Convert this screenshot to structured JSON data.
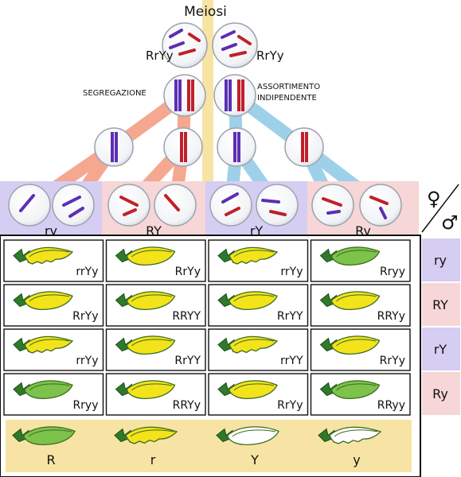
{
  "title": "Meiosi",
  "parents": [
    "RrYy",
    "RrYy"
  ],
  "process_labels": {
    "left": "SEGREGAZIONE",
    "right_line1": "ASSORTIMENTO",
    "right_line2": "INDIPENDENTE"
  },
  "gametes": [
    "ry",
    "RY",
    "rY",
    "Ry"
  ],
  "sex_symbols": {
    "female": "♀",
    "male": "♂"
  },
  "row_gametes": [
    "ry",
    "RY",
    "rY",
    "Ry"
  ],
  "punnett": [
    [
      {
        "genotype": "rrYy",
        "pea": "wrinkled",
        "color": "yellow"
      },
      {
        "genotype": "RrYy",
        "pea": "round",
        "color": "yellow"
      },
      {
        "genotype": "rrYy",
        "pea": "wrinkled",
        "color": "yellow"
      },
      {
        "genotype": "Rryy",
        "pea": "round",
        "color": "green"
      }
    ],
    [
      {
        "genotype": "RrYy",
        "pea": "round",
        "color": "yellow"
      },
      {
        "genotype": "RRYY",
        "pea": "round",
        "color": "yellow"
      },
      {
        "genotype": "RrYY",
        "pea": "round",
        "color": "yellow"
      },
      {
        "genotype": "RRYy",
        "pea": "round",
        "color": "yellow"
      }
    ],
    [
      {
        "genotype": "rrYy",
        "pea": "wrinkled",
        "color": "yellow"
      },
      {
        "genotype": "RrYY",
        "pea": "round",
        "color": "yellow"
      },
      {
        "genotype": "rrYY",
        "pea": "wrinkled",
        "color": "yellow"
      },
      {
        "genotype": "RrYy",
        "pea": "round",
        "color": "yellow"
      }
    ],
    [
      {
        "genotype": "Rryy",
        "pea": "round",
        "color": "green"
      },
      {
        "genotype": "RRYy",
        "pea": "round",
        "color": "yellow"
      },
      {
        "genotype": "RrYy",
        "pea": "round",
        "color": "yellow"
      },
      {
        "genotype": "RRyy",
        "pea": "round",
        "color": "green"
      }
    ]
  ],
  "legend": [
    {
      "label": "R",
      "pea": "round"
    },
    {
      "label": "r",
      "pea": "wrinkled"
    },
    {
      "label": "Y",
      "pea": "yellow"
    },
    {
      "label": "y",
      "pea": "green"
    }
  ],
  "colors": {
    "purple_band": "#d6cdf2",
    "pink_band": "#f6d6d6",
    "yellow_band": "#f7e4a4",
    "pod_green": "#7dc24a",
    "pea_yellow": "#f2e31a",
    "chrom_purple": "#5b2fb3",
    "chrom_red": "#c0202a",
    "line_red": "#f4a890",
    "line_blue": "#9fd0ea"
  }
}
